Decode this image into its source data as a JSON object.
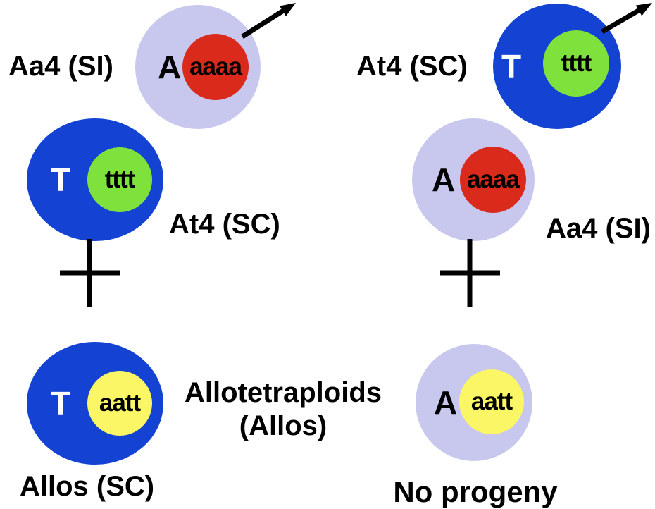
{
  "colors": {
    "lavender": "#c8c8ee",
    "blue": "#1442d2",
    "red": "#d92a1b",
    "green": "#7fe23c",
    "yellow": "#fbf665",
    "black": "#000000",
    "white": "#ffffff"
  },
  "left_cross": {
    "male_parent": {
      "name": "Aa4 (SI)",
      "nuclear_letter": "A",
      "genotype": "aaaa"
    },
    "female_parent": {
      "name": "At4 (SC)",
      "nuclear_letter": "T",
      "genotype": "tttt"
    },
    "offspring": {
      "name": "Allos (SC)",
      "nuclear_letter": "T",
      "genotype": "aatt"
    },
    "offspring_caption": {
      "line1": "Allotetraploids",
      "line2": "(Allos)"
    }
  },
  "right_cross": {
    "male_parent": {
      "name": "At4 (SC)",
      "nuclear_letter": "T",
      "genotype": "tttt"
    },
    "female_parent": {
      "name": "Aa4 (SI)",
      "nuclear_letter": "A",
      "genotype": "aaaa"
    },
    "offspring": {
      "nuclear_letter": "A",
      "genotype": "aatt"
    },
    "result_label": "No progeny"
  },
  "symbols": {
    "male_arrow": "pollen-donor-arrow",
    "cross": "cross-plus-sign"
  }
}
